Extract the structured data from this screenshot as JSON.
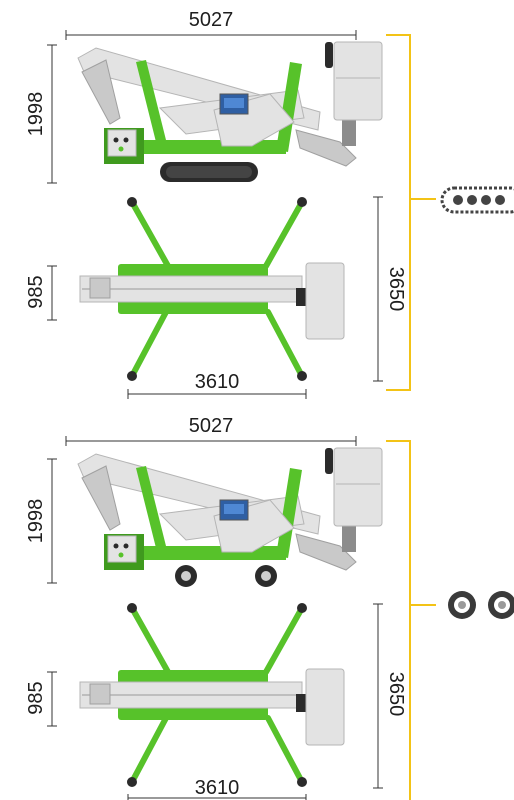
{
  "variants": [
    {
      "id": "tracked",
      "side_view": {
        "length_label": "5027",
        "height_label": "1998"
      },
      "top_view": {
        "width_label": "985",
        "outrigger_spread_label": "3610",
        "outrigger_span_label": "3650"
      },
      "undercarriage_icon": "crawler-track-icon"
    },
    {
      "id": "wheeled",
      "side_view": {
        "length_label": "5027",
        "height_label": "1998"
      },
      "top_view": {
        "width_label": "985",
        "outrigger_spread_label": "3610",
        "outrigger_span_label": "3650"
      },
      "undercarriage_icon": "wheel-pair-icon"
    }
  ],
  "colors": {
    "machine_green": "#57c22a",
    "bracket_yellow": "#f3c316",
    "boom_grey": "#e3e3e3",
    "dimension_text": "#1e1e1e"
  }
}
